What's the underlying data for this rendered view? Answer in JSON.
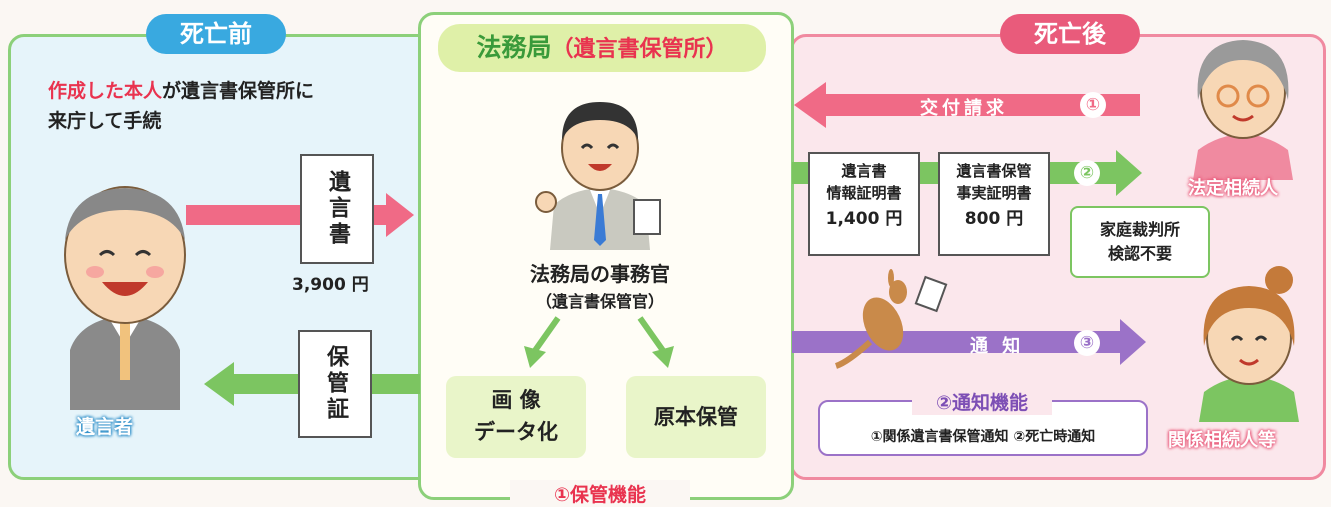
{
  "before": {
    "title": "死亡前",
    "caption_highlight": "作成した本人",
    "caption_rest": "が遺言書保管所に",
    "caption_line2": "来庁して手続",
    "will_doc": "遺言書",
    "will_fee": "3,900 円",
    "cert_doc": "保管証",
    "person_label": "遺言者"
  },
  "bureau": {
    "title": "法務局",
    "title_paren": "（遺言書保管所）",
    "officer_title": "法務局の事務官",
    "officer_sub": "（遺言書保管官）",
    "digitize_line1": "画 像",
    "digitize_line2": "データ化",
    "original": "原本保管",
    "function_label": "①保管機能"
  },
  "after": {
    "title": "死亡後",
    "request_label": "交付請求",
    "request_num": "①",
    "cert1_line1": "遺言書",
    "cert1_line2": "情報証明書",
    "cert1_fee": "1,400 円",
    "cert2_line1": "遺言書保管",
    "cert2_line2": "事実証明書",
    "cert2_fee": "800 円",
    "issue_num": "②",
    "court_line1": "家庭裁判所",
    "court_line2": "検認不要",
    "heir_label": "法定相続人",
    "notify_label": "通 知",
    "notify_num": "③",
    "notify_title": "②通知機能",
    "notify_items": "①関係遺言書保管通知 ②死亡時通知",
    "related_label": "関係相続人等"
  },
  "colors": {
    "before_accent": "#39a9e0",
    "after_accent": "#e95b7b",
    "bureau_accent": "#8cd07a",
    "arrow_red": "#f06a86",
    "arrow_green": "#7cc561",
    "arrow_purple": "#9b72c8"
  },
  "icons": [
    "testator-illustration",
    "officer-illustration",
    "elderly-heir-illustration",
    "young-heir-illustration",
    "kangaroo-messenger-illustration"
  ]
}
